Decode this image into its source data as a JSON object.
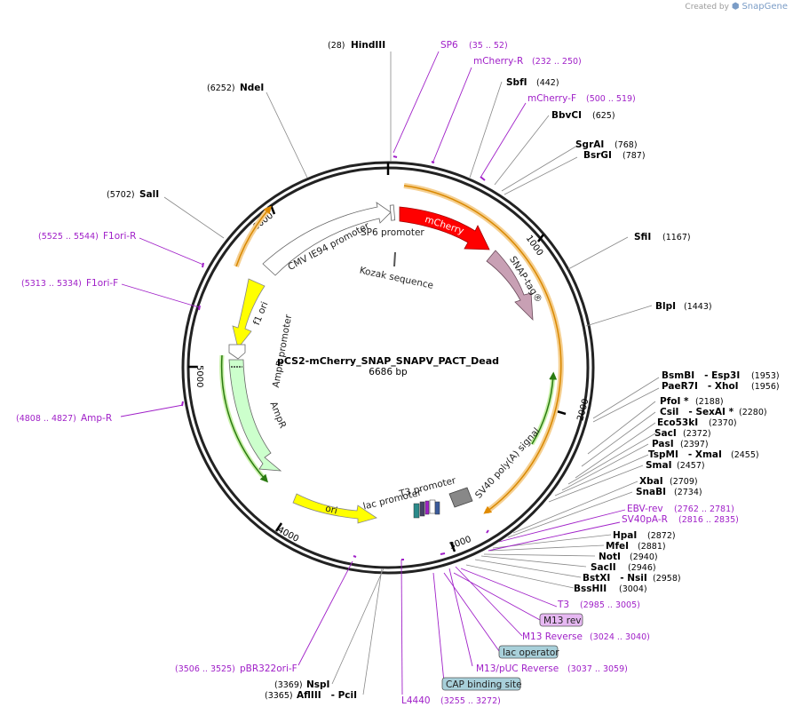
{
  "header": {
    "credit_prefix": "Created by",
    "credit_brand": "SnapGene"
  },
  "map": {
    "name": "pCS2-mCherry_SNAP_SNAPV_PACT_Dead",
    "length": "6686 bp",
    "ticks": [
      "1000",
      "2000",
      "3000",
      "4000",
      "5000",
      "6000"
    ]
  },
  "features": {
    "mcherry": "mCherry",
    "snap": "SNAP-tag®",
    "cmv": "CMV IE94 promoter",
    "sp6": "SP6 promoter",
    "kozak": "Kozak sequence",
    "f1ori": "f1 ori",
    "ampr_promoter": "AmpR promoter",
    "ampr": "AmpR",
    "ori": "ori",
    "lac_promoter": "lac promoter",
    "t3_promoter": "T3 promoter",
    "sv40": "SV40 poly(A) signal"
  },
  "enzymes": [
    {
      "id": "hindiii",
      "name": "HindIII",
      "pos": "(28)"
    },
    {
      "id": "ndei",
      "name": "NdeI",
      "pos": "(6252)"
    },
    {
      "id": "sali",
      "name": "SalI",
      "pos": "(5702)"
    },
    {
      "id": "sbfi",
      "name": "SbfI",
      "pos": "(442)"
    },
    {
      "id": "bbvci",
      "name": "BbvCI",
      "pos": "(625)"
    },
    {
      "id": "sgrai",
      "name": "SgrAI",
      "pos": "(768)"
    },
    {
      "id": "bsrgi",
      "name": "BsrGI",
      "pos": "(787)"
    },
    {
      "id": "sfii",
      "name": "SfiI",
      "pos": "(1167)"
    },
    {
      "id": "blpi",
      "name": "BlpI",
      "pos": "(1443)"
    },
    {
      "id": "bsmbi",
      "name": "BsmBI   - Esp3I",
      "pos": "(1953)"
    },
    {
      "id": "paer7i",
      "name": "PaeR7I   - XhoI",
      "pos": "(1956)"
    },
    {
      "id": "pfoi",
      "name": "PfoI *",
      "pos": "(2188)"
    },
    {
      "id": "csii",
      "name": "CsiI   - SexAI *",
      "pos": "(2280)"
    },
    {
      "id": "eco53ki",
      "name": "Eco53kI",
      "pos": "(2370)"
    },
    {
      "id": "saci",
      "name": "SacI",
      "pos": "(2372)"
    },
    {
      "id": "pasi",
      "name": "PasI",
      "pos": "(2397)"
    },
    {
      "id": "tspmi",
      "name": "TspMI   - XmaI",
      "pos": "(2455)"
    },
    {
      "id": "smai",
      "name": "SmaI",
      "pos": "(2457)"
    },
    {
      "id": "xbai",
      "name": "XbaI",
      "pos": "(2709)"
    },
    {
      "id": "snabi",
      "name": "SnaBI",
      "pos": "(2734)"
    },
    {
      "id": "hpai",
      "name": "HpaI",
      "pos": "(2872)"
    },
    {
      "id": "mfei",
      "name": "MfeI",
      "pos": "(2881)"
    },
    {
      "id": "noti",
      "name": "NotI",
      "pos": "(2940)"
    },
    {
      "id": "sacii",
      "name": "SacII",
      "pos": "(2946)"
    },
    {
      "id": "bstxi",
      "name": "BstXI   - NsiI",
      "pos": "(2958)"
    },
    {
      "id": "bsshii",
      "name": "BssHII",
      "pos": "(3004)"
    },
    {
      "id": "nspi",
      "name": "NspI",
      "pos": "(3369)"
    },
    {
      "id": "afliii",
      "name": "AflIII   - PciI",
      "pos": "(3365)"
    }
  ],
  "primers": [
    {
      "id": "sp6",
      "name": "SP6",
      "pos": "(35 .. 52)"
    },
    {
      "id": "mcherry-r",
      "name": "mCherry-R",
      "pos": "(232 .. 250)"
    },
    {
      "id": "mcherry-f",
      "name": "mCherry-F",
      "pos": "(500 .. 519)"
    },
    {
      "id": "f1ori-r",
      "name": "F1ori-R",
      "pos": "(5525 .. 5544)"
    },
    {
      "id": "f1ori-f",
      "name": "F1ori-F",
      "pos": "(5313 .. 5334)"
    },
    {
      "id": "amp-r",
      "name": "Amp-R",
      "pos": "(4808 .. 4827)"
    },
    {
      "id": "ebv-rev",
      "name": "EBV-rev",
      "pos": "(2762 .. 2781)"
    },
    {
      "id": "sv40pa-r",
      "name": "SV40pA-R",
      "pos": "(2816 .. 2835)"
    },
    {
      "id": "t3",
      "name": "T3",
      "pos": "(2985 .. 3005)"
    },
    {
      "id": "m13-reverse",
      "name": "M13 Reverse",
      "pos": "(3024 .. 3040)"
    },
    {
      "id": "m13-puc-reverse",
      "name": "M13/pUC Reverse",
      "pos": "(3037 .. 3059)"
    },
    {
      "id": "pbr322ori-f",
      "name": "pBR322ori-F",
      "pos": "(3506 .. 3525)"
    },
    {
      "id": "l4440",
      "name": "L4440",
      "pos": "(3255 .. 3272)"
    }
  ],
  "boxed_features": [
    {
      "id": "m13-rev",
      "name": "M13 rev",
      "color": "#e6b8f2"
    },
    {
      "id": "lac-operator",
      "name": "lac operator",
      "color": "#a8d0da"
    },
    {
      "id": "cap-binding-site",
      "name": "CAP binding site",
      "color": "#a8d0da"
    }
  ],
  "colors": {
    "mcherry": "#ff0000",
    "snap": "#c8a0b4",
    "f1ori": "#ffff00",
    "ampr": "#ccffcc",
    "ori": "#ffff00",
    "orf_orange": "#f0c080",
    "orf_green": "#3a8a1a",
    "primer": "#a020c8"
  }
}
